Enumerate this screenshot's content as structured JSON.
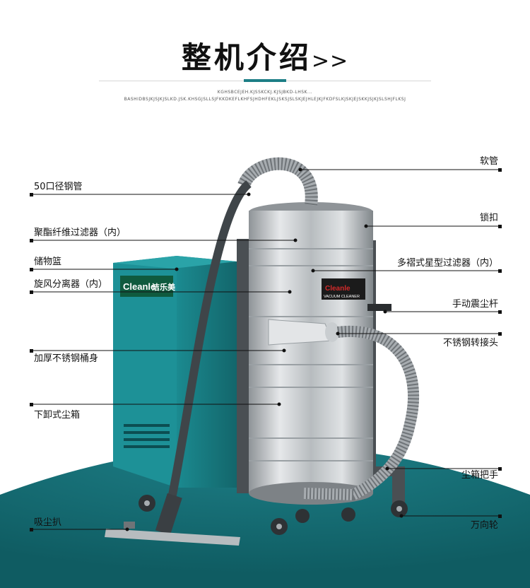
{
  "header": {
    "title": "整机介绍",
    "title_arrows": ">>",
    "accent_color": "#1d7e86",
    "subtitle_line1": "KGHSBCEJEH.KJSSKCKJ.KJSJBKD-LHSK...",
    "subtitle_line2": "BASHIDBSJKJSJKJSLKD.JSK.KHSGJSLLSJFKKDKEFLKHFSJHDHFEKLJSKSJSLSKJEJHLEJKJFKDFSLKJSKJEJSKKJSJKJSLSHJFLKSJ"
  },
  "machine": {
    "brand_text": "Cleanle",
    "brand_cn": "洁乐美",
    "badge_text": "VACUUM CLEANER",
    "teal_color": "#1a8a8f",
    "steel_color": "#bfc3c6",
    "floor_color": "#15727a"
  },
  "labels": {
    "left": [
      {
        "name": "steel-pipe-label",
        "text": "50口径钢管"
      },
      {
        "name": "polyester-filter-label",
        "text": "聚酯纤维过滤器（内）"
      },
      {
        "name": "storage-basket-label",
        "text": "储物篮"
      },
      {
        "name": "cyclone-separator-label",
        "text": "旋风分离器（内）"
      },
      {
        "name": "thick-steel-body-label",
        "text": "加厚不锈钢桶身"
      },
      {
        "name": "dust-box-label",
        "text": "下卸式尘箱"
      },
      {
        "name": "suction-head-label",
        "text": "吸尘扒"
      }
    ],
    "right": [
      {
        "name": "hose-label",
        "text": "软管"
      },
      {
        "name": "lock-buckle-label",
        "text": "锁扣"
      },
      {
        "name": "pleated-filter-label",
        "text": "多褶式星型过滤器（内）"
      },
      {
        "name": "shaker-lever-label",
        "text": "手动震尘杆"
      },
      {
        "name": "steel-adapter-label",
        "text": "不锈钢转接头"
      },
      {
        "name": "dust-box-handle-label",
        "text": "尘箱把手"
      },
      {
        "name": "universal-wheel-label",
        "text": "万向轮"
      }
    ]
  }
}
